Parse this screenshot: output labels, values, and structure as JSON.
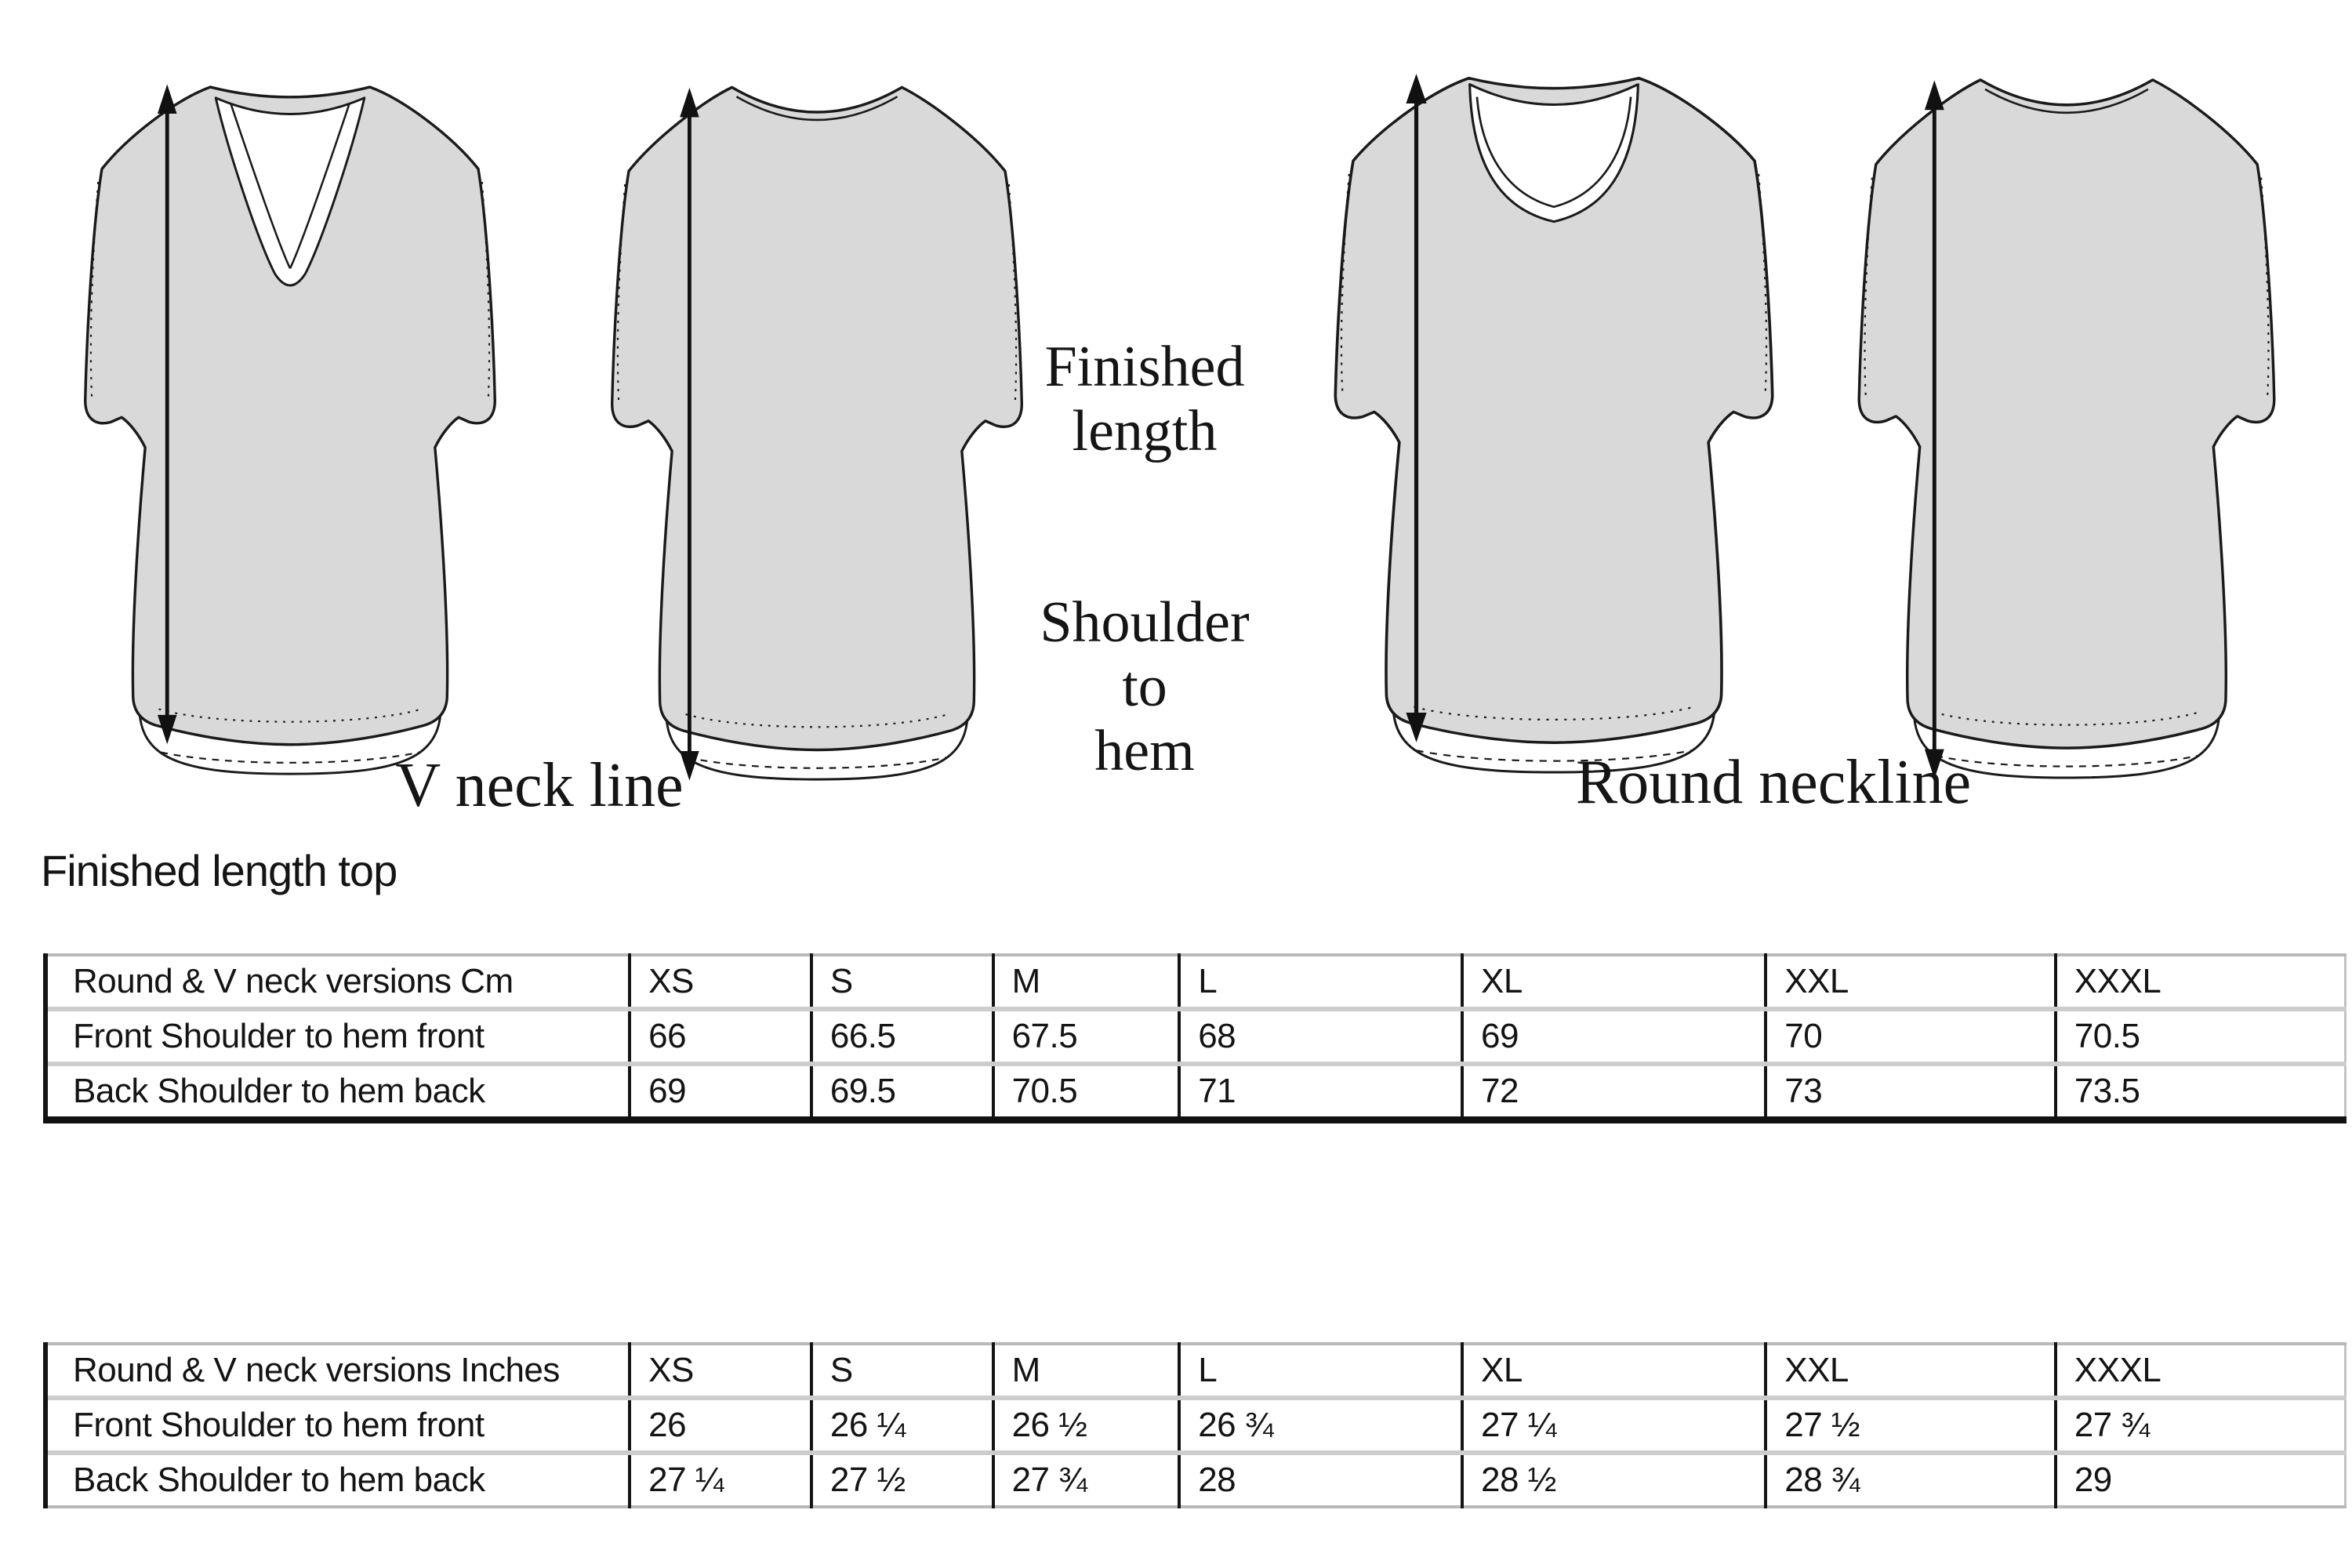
{
  "page": {
    "background_color": "#ffffff",
    "garment_fill_color": "#d9d9d9",
    "line_color": "#1a1a1a"
  },
  "diagram": {
    "measure_note_line1": "Finished\nlength",
    "measure_note_line2": "Shoulder\nto\nhem",
    "v_neck_label": "V neck line",
    "round_neck_label": "Round neckline"
  },
  "section_title": "Finished length top",
  "tables": {
    "cm": {
      "header": [
        "Round & V neck versions Cm",
        "XS",
        "S",
        "M",
        "L",
        "XL",
        "XXL",
        "XXXL"
      ],
      "rows": [
        [
          "Front Shoulder to hem front",
          "66",
          "66.5",
          "67.5",
          "68",
          "69",
          "70",
          "70.5"
        ],
        [
          "Back Shoulder to hem back",
          "69",
          "69.5",
          "70.5",
          "71",
          "72",
          "73",
          "73.5"
        ]
      ]
    },
    "inches": {
      "header": [
        "Round & V neck versions Inches",
        "XS",
        "S",
        "M",
        "L",
        "XL",
        "XXL",
        "XXXL"
      ],
      "rows": [
        [
          "Front Shoulder to hem front",
          "26",
          "26 ¼",
          "26 ½",
          "26 ¾",
          "27 ¼",
          "27 ½",
          "27 ¾"
        ],
        [
          "Back Shoulder to hem back",
          "27 ¼",
          "27 ½",
          "27 ¾",
          "28",
          "28 ½",
          "28 ¾",
          "29"
        ]
      ]
    }
  }
}
